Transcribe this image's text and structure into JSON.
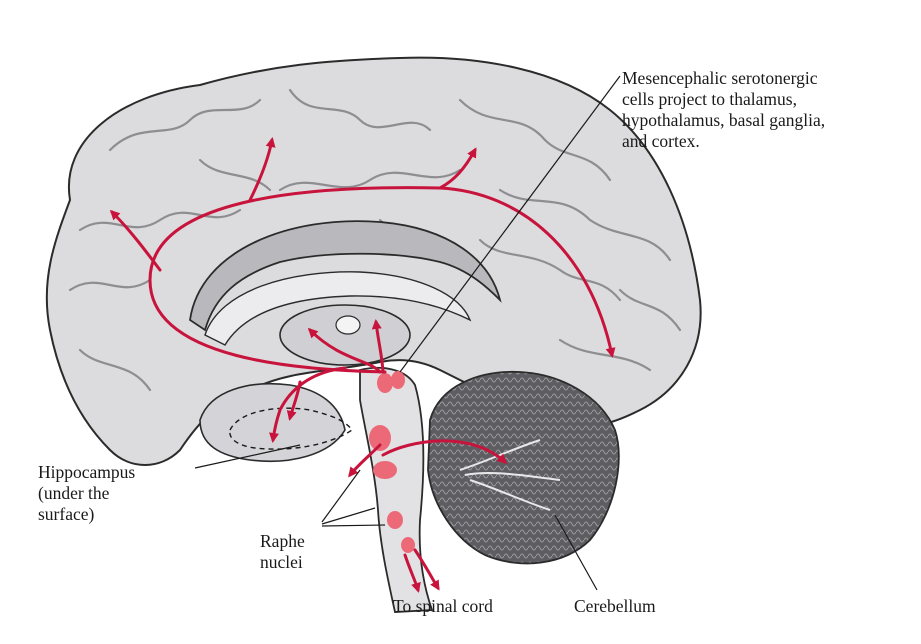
{
  "labels": {
    "serotonergic": "Mesencephalic serotonergic\ncells project to thalamus,\nhypothalamus, basal ganglia,\nand cortex.",
    "hippocampus": "Hippocampus\n(under the\nsurface)",
    "raphe": "Raphe\nnuclei",
    "spinal_cord": "To spinal cord",
    "cerebellum": "Cerebellum"
  },
  "colors": {
    "projection": "#c8143c",
    "nuclei": "#ec6a78",
    "cortex": "#dcdcde",
    "cortex_dark": "#b9b9bd",
    "outline": "#2b2b2b",
    "cerebellum": "#5e5e62"
  }
}
